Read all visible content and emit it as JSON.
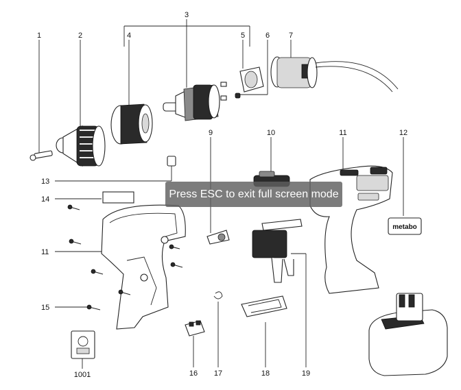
{
  "diagram": {
    "labels": {
      "l1": "1",
      "l2": "2",
      "l3": "3",
      "l4": "4",
      "l5": "5",
      "l6": "6",
      "l7": "7",
      "l9": "9",
      "l10": "10",
      "l11a": "11",
      "l12": "12",
      "l13": "13",
      "l14": "14",
      "l11b": "11",
      "l15": "15",
      "l1001": "1001",
      "l16": "16",
      "l17": "17",
      "l18": "18",
      "l19": "19"
    },
    "brand_plate": "metabo"
  },
  "overlay": {
    "message": "Press ESC to exit full screen mode"
  }
}
